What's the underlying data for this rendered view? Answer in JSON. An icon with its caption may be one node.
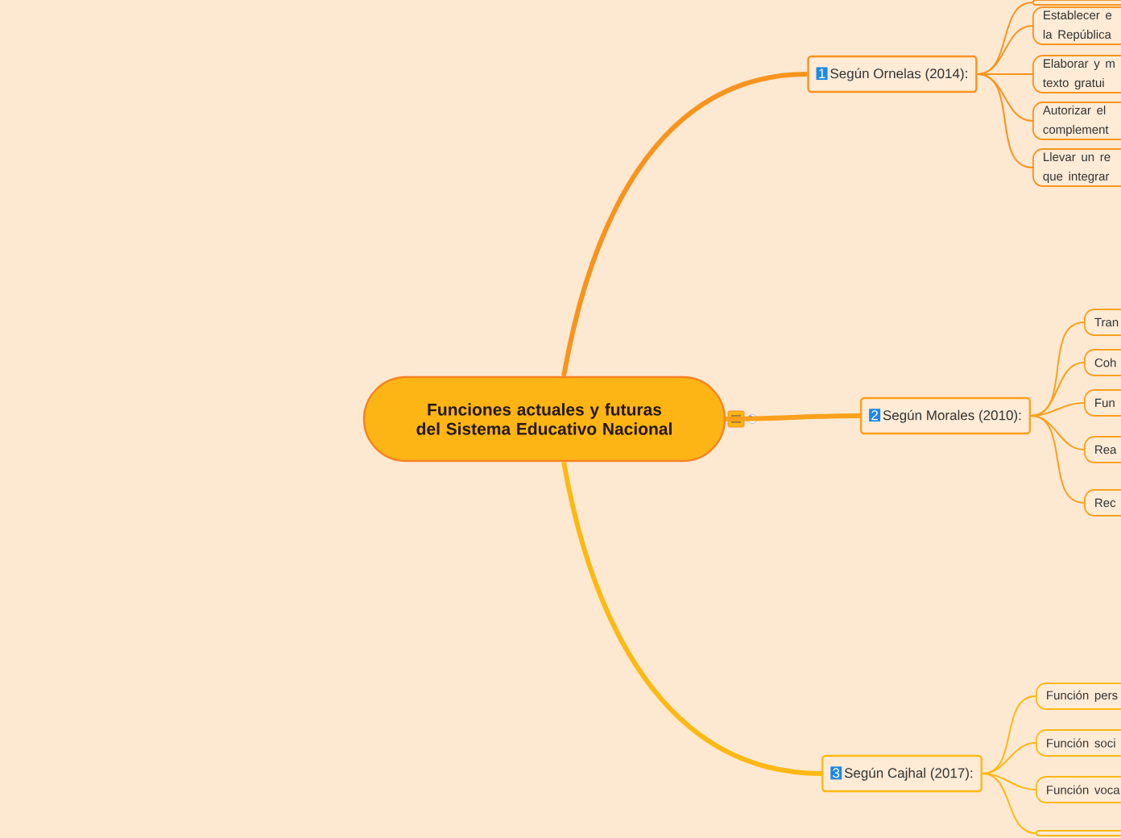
{
  "diagram": {
    "nodes": [
      {
        "text": [
          "Funciones actuales y futuras del Sistema Educativo Nacional"
        ]
      },
      {
        "text": [
          "1",
          "Según Ornelas (2014):"
        ]
      },
      {
        "text": [
          "2",
          "Según Morales (2010):"
        ]
      },
      {
        "text": [
          "3",
          "Según Cajhal (2017):"
        ]
      },
      {
        "text": [],
        "shape": "box"
      },
      {
        "text": [
          "Establecer e la República"
        ]
      },
      {
        "text": [
          "Elaborar y m texto gratui"
        ]
      },
      {
        "text": [
          "Autorizar el complement"
        ]
      },
      {
        "text": [
          "Llevar un re que integrar"
        ]
      },
      {
        "text": [
          "Tran"
        ]
      },
      {
        "text": [
          "Coh"
        ]
      },
      {
        "text": [
          "Fun"
        ]
      },
      {
        "text": [
          "Rea"
        ]
      },
      {
        "text": [
          "Rec"
        ]
      },
      {
        "text": [
          "Función pers"
        ]
      },
      {
        "text": [
          "Función soci"
        ]
      },
      {
        "text": [
          "Función voca"
        ]
      },
      {
        "text": [],
        "shape": "box"
      }
    ],
    "edges": [
      {
        "from": 0,
        "to": 1,
        "arrow": "none",
        "style": "thick"
      },
      {
        "from": 0,
        "to": 2,
        "arrow": "none",
        "style": "thick",
        "color": "#f9a11b"
      },
      {
        "from": 0,
        "to": 3,
        "arrow": "none",
        "style": "thick",
        "color": "#fdb913"
      },
      {
        "from": 1,
        "to": 4,
        "arrow": "none"
      },
      {
        "from": 1,
        "to": 5,
        "arrow": "none"
      },
      {
        "from": 1,
        "to": 6,
        "arrow": "none"
      },
      {
        "from": 1,
        "to": 7,
        "arrow": "none"
      },
      {
        "from": 1,
        "to": 8,
        "arrow": "none"
      },
      {
        "from": 2,
        "to": 9,
        "arrow": "none",
        "color": "#f9a11b"
      },
      {
        "from": 2,
        "to": 10,
        "arrow": "none",
        "color": "#f9a11b"
      },
      {
        "from": 2,
        "to": 11,
        "arrow": "none",
        "color": "#f9a11b"
      },
      {
        "from": 2,
        "to": 12,
        "arrow": "none",
        "color": "#f9a11b"
      },
      {
        "from": 2,
        "to": 13,
        "arrow": "none",
        "color": "#f9a11b"
      },
      {
        "from": 3,
        "to": 14,
        "arrow": "none",
        "color": "#fdb913"
      },
      {
        "from": 3,
        "to": 15,
        "arrow": "none",
        "color": "#fdb913"
      },
      {
        "from": 3,
        "to": 16,
        "arrow": "none",
        "color": "#fdb913"
      },
      {
        "from": 3,
        "to": 17,
        "arrow": "none",
        "color": "#fdb913"
      }
    ]
  }
}
